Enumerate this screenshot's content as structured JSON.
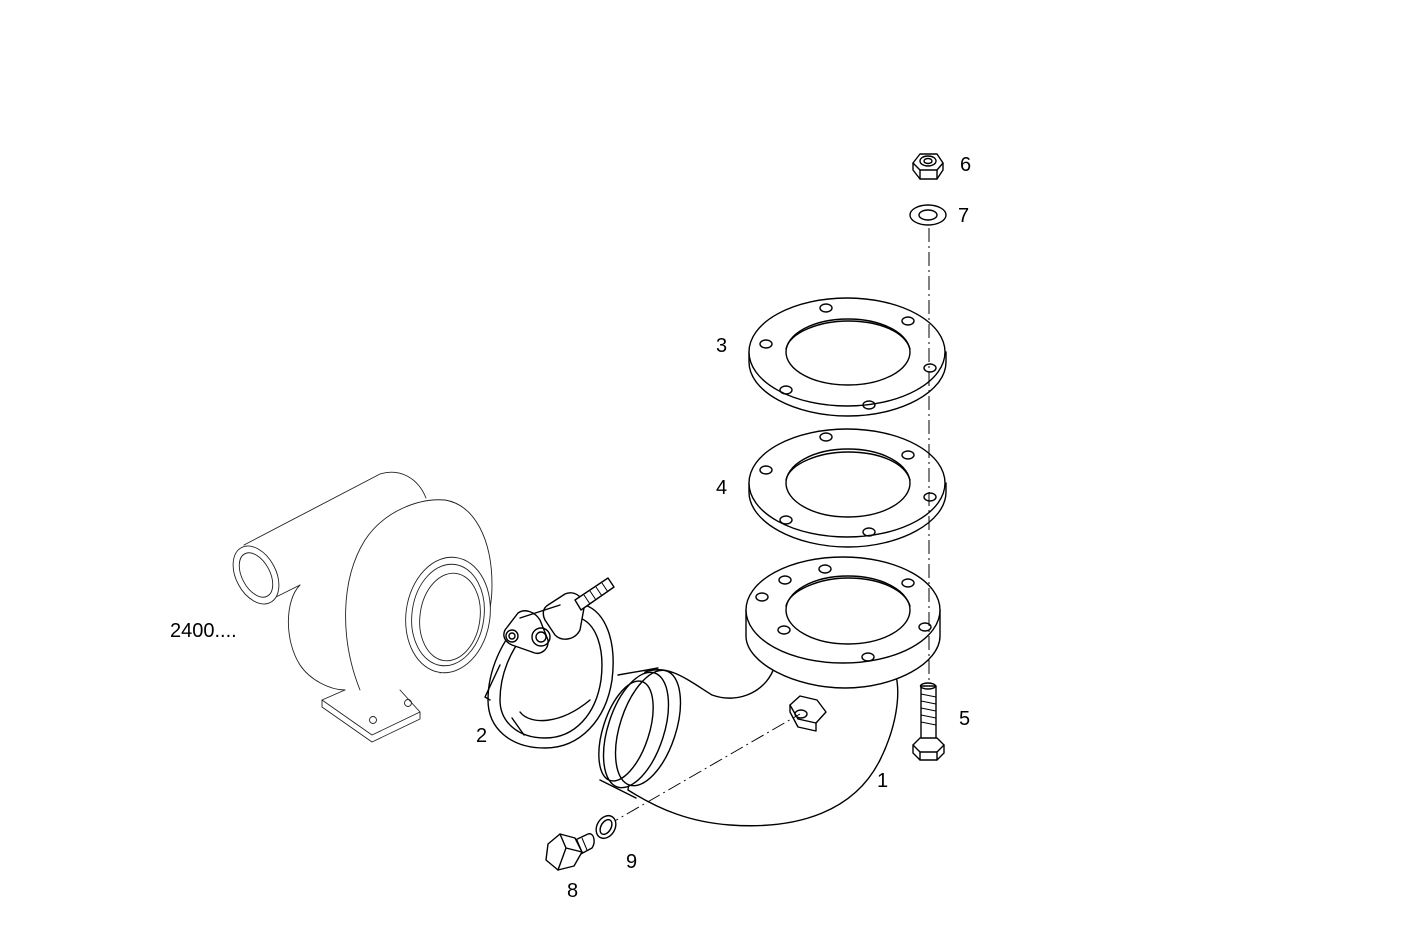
{
  "callouts": {
    "elbow_pipe": "1",
    "clamp": "2",
    "gasket_upper": "3",
    "gasket_lower": "4",
    "bolt": "5",
    "nut": "6",
    "washer": "7",
    "plug_screw": "8",
    "seal_ring": "9",
    "turbocharger_ref": "2400...."
  }
}
